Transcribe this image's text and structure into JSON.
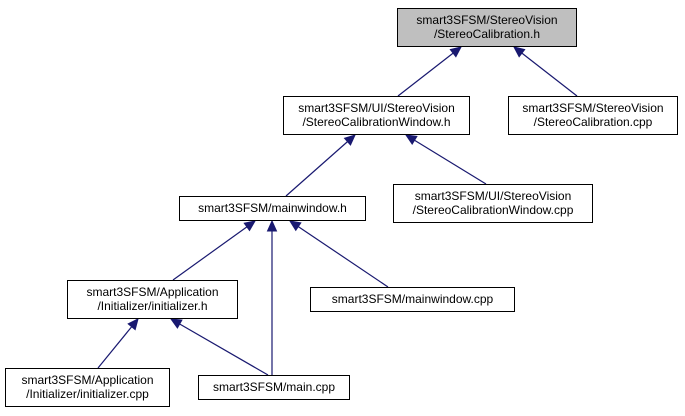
{
  "colors": {
    "root_fill": "#bfbfbf",
    "node_fill": "#ffffff",
    "border": "#000000",
    "edge": "#191970",
    "text": "#000000"
  },
  "nodes": [
    {
      "id": "stereocalibration-h",
      "lines": [
        "smart3SFSM/StereoVision",
        "/StereoCalibration.h"
      ],
      "root": true
    },
    {
      "id": "stereocalibrationwindow-h",
      "lines": [
        "smart3SFSM/UI/StereoVision",
        "/StereoCalibrationWindow.h"
      ]
    },
    {
      "id": "stereocalibration-cpp",
      "lines": [
        "smart3SFSM/StereoVision",
        "/StereoCalibration.cpp"
      ]
    },
    {
      "id": "mainwindow-h",
      "lines": [
        "smart3SFSM/mainwindow.h"
      ]
    },
    {
      "id": "stereocalibrationwindow-cpp",
      "lines": [
        "smart3SFSM/UI/StereoVision",
        "/StereoCalibrationWindow.cpp"
      ]
    },
    {
      "id": "initializer-h",
      "lines": [
        "smart3SFSM/Application",
        "/Initializer/initializer.h"
      ]
    },
    {
      "id": "mainwindow-cpp",
      "lines": [
        "smart3SFSM/mainwindow.cpp"
      ]
    },
    {
      "id": "initializer-cpp",
      "lines": [
        "smart3SFSM/Application",
        "/Initializer/initializer.cpp"
      ]
    },
    {
      "id": "main-cpp",
      "lines": [
        "smart3SFSM/main.cpp"
      ]
    }
  ],
  "edges": [
    {
      "from": "stereocalibrationwindow-h",
      "to": "stereocalibration-h"
    },
    {
      "from": "stereocalibration-cpp",
      "to": "stereocalibration-h"
    },
    {
      "from": "mainwindow-h",
      "to": "stereocalibrationwindow-h"
    },
    {
      "from": "stereocalibrationwindow-cpp",
      "to": "stereocalibrationwindow-h"
    },
    {
      "from": "initializer-h",
      "to": "mainwindow-h"
    },
    {
      "from": "main-cpp",
      "to": "mainwindow-h"
    },
    {
      "from": "mainwindow-cpp",
      "to": "mainwindow-h"
    },
    {
      "from": "initializer-cpp",
      "to": "initializer-h"
    },
    {
      "from": "main-cpp",
      "to": "initializer-h"
    }
  ]
}
